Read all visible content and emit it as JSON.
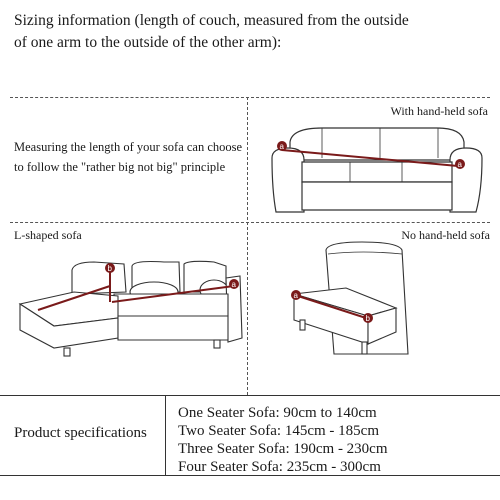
{
  "intro": {
    "line1": "Sizing information (length of couch, measured from the outside",
    "line2": "of one arm to the outside of the other arm):"
  },
  "measuring_note": {
    "line1": "Measuring the length of your sofa can choose",
    "line2": "to follow the \"rather big not big\" principle"
  },
  "sofa_labels": {
    "with_hand_held": "With hand-held sofa",
    "l_shaped": "L-shaped sofa",
    "no_hand_held": "No hand-held sofa"
  },
  "markers": {
    "a": "a",
    "b": "b"
  },
  "specs": {
    "title": "Product specifications",
    "items": [
      "One Seater Sofa: 90cm to 140cm",
      "Two Seater Sofa: 145cm - 185cm",
      "Three Seater Sofa: 190cm - 230cm",
      "Four Seater Sofa: 235cm - 300cm"
    ]
  },
  "colors": {
    "marker": "#7a1a1a",
    "line": "#555555",
    "text": "#1a1a1a"
  }
}
